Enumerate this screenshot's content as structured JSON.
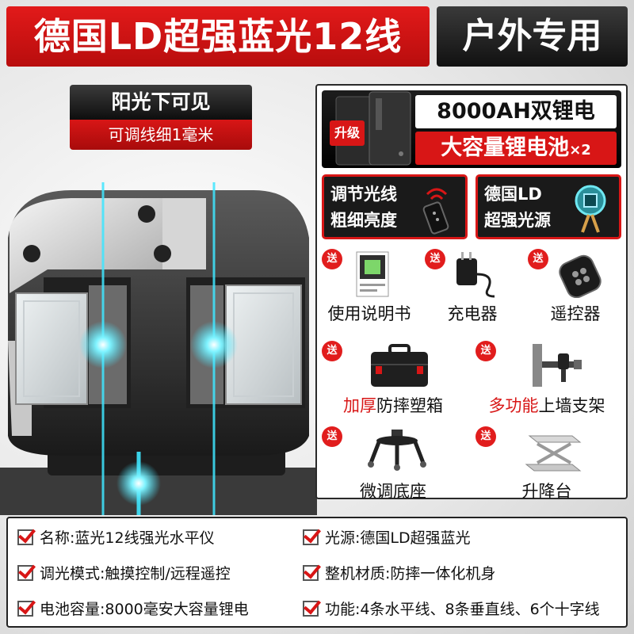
{
  "banner": {
    "title": "德国LD超强蓝光12线",
    "tag": "户外专用"
  },
  "sunlight": {
    "line1": "阳光下可见",
    "line2": "可调线细1毫米"
  },
  "battery": {
    "badge": "升级",
    "line1": "8000AH双锂电",
    "line2": "大容量锂电池",
    "multiplier": "×2"
  },
  "features": [
    {
      "line1": "调节光线",
      "line2": "粗细亮度",
      "icon": "remote-signal-icon"
    },
    {
      "line1": "德国LD",
      "line2": "超强光源",
      "icon": "laser-diode-icon"
    }
  ],
  "gifts": {
    "badge": "送",
    "manual": "使用说明书",
    "charger": "充电器",
    "remote": "遥控器",
    "case_red": "加厚",
    "case_rest": "防摔塑箱",
    "bracket_red": "多功能",
    "bracket_rest": "上墙支架",
    "base": "微调底座",
    "lift": "升降台"
  },
  "specs": [
    {
      "label": "名称:",
      "value": "蓝光12线强光水平仪"
    },
    {
      "label": "光源:",
      "value": "德国LD超强蓝光"
    },
    {
      "label": "调光模式:",
      "value": "触摸控制/远程遥控"
    },
    {
      "label": "整机材质:",
      "value": "防摔一体化机身"
    },
    {
      "label": "电池容量:",
      "value": "8000毫安大容量锂电"
    },
    {
      "label": "功能:",
      "value": "4条水平线、8条垂直线、6个十字线"
    }
  ],
  "colors": {
    "brand_red": "#d81616",
    "laser": "#3fe6ff"
  }
}
